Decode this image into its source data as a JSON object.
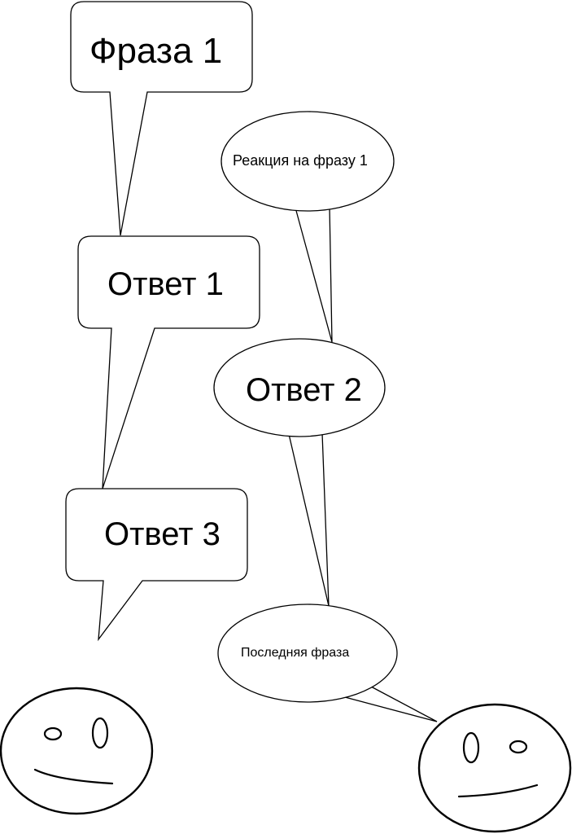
{
  "bubbles": {
    "phrase1": "Фраза 1",
    "reaction1": "Реакция на фразу 1",
    "answer1": "Ответ 1",
    "answer2": "Ответ 2",
    "answer3": "Ответ 3",
    "last_phrase": "Последняя фраза"
  }
}
